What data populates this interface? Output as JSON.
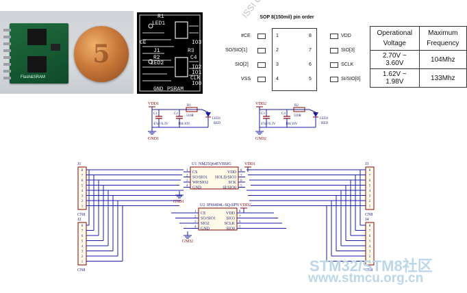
{
  "photo": {
    "coin_glyph": "5",
    "board_label": "Flash&SRAM"
  },
  "pcb": {
    "labels": [
      "R1",
      "LED1",
      "J1",
      "LED2",
      "R2",
      "R3",
      "C4",
      "GND",
      "PSRAM",
      "CLK",
      "IO0",
      "IO1",
      "IO2",
      "IO3",
      "CE"
    ]
  },
  "sop": {
    "title": "SOP 8(150mil) pin order",
    "left_pins": [
      {
        "name": "#CE",
        "num": "1"
      },
      {
        "name": "SO/SIO[1]",
        "num": "2"
      },
      {
        "name": "SIO[2]",
        "num": "3"
      },
      {
        "name": "VSS",
        "num": "4"
      }
    ],
    "right_pins": [
      {
        "name": "VDD",
        "num": "8"
      },
      {
        "name": "SIO[3]",
        "num": "7"
      },
      {
        "name": "SCLK",
        "num": "6"
      },
      {
        "name": "SI/SIO[0]",
        "num": "5"
      }
    ],
    "watermark": "ISSI Confidential for"
  },
  "spec_table": {
    "headers": [
      "Operational Voltage",
      "Maximum Frequency"
    ],
    "rows": [
      [
        "2.70V ~ 3.60V",
        "104Mhz"
      ],
      [
        "1.62V ~ 1.98V",
        "133Mhz"
      ]
    ]
  },
  "led_circuits": [
    {
      "vdd": "VDD1",
      "gnd": "GND1",
      "cap1": "C1",
      "cap1_val": "47uF/6.3V",
      "cap2": "C2",
      "cap2_val": "104/10V",
      "res": "R1",
      "res_val": "510R",
      "led": "LED1",
      "led_color": "RED"
    },
    {
      "vdd": "VDD2",
      "gnd": "GND2",
      "cap1": "C3",
      "cap1_val": "47uF/6.3V",
      "cap2": "C4",
      "cap2_val": "104/10V",
      "res": "R2",
      "res_val": "510R",
      "led": "LED2",
      "led_color": "RED"
    }
  ],
  "schematic": {
    "u1": {
      "ref": "U1",
      "part": "NM25Q64EVBSIG",
      "left": [
        "CS",
        "SO/SIO1",
        "WP/SIO2",
        "GND"
      ],
      "right": [
        "VDD",
        "HOLD/SIO3",
        "SCK",
        "SI/SIO0"
      ],
      "pins_left": [
        "1",
        "2",
        "3",
        "4"
      ],
      "pins_right": [
        "8",
        "7",
        "6",
        "5"
      ],
      "vdd": "VDD1",
      "gnd": "GND1"
    },
    "u2": {
      "ref": "U2",
      "part": "IPS6404L-SQ-SPN",
      "left": [
        "CE",
        "SO/SIO1",
        "SIO2",
        "GND"
      ],
      "right": [
        "VDD",
        "SIO3",
        "SCLK",
        "SIO0"
      ],
      "pins_left": [
        "1",
        "2",
        "3",
        "4"
      ],
      "pins_right": [
        "8",
        "7",
        "6",
        "5"
      ],
      "vdd": "VDD2",
      "gnd": "GND2"
    },
    "connectors": [
      {
        "ref": "J1",
        "type": "CN8"
      },
      {
        "ref": "J2",
        "type": "CN8"
      },
      {
        "ref": "J3",
        "type": "CN8"
      },
      {
        "ref": "J4",
        "type": "CN8"
      }
    ],
    "conn_pins": [
      "8",
      "7",
      "6",
      "5",
      "4",
      "3",
      "2",
      "1"
    ]
  },
  "watermark": {
    "line1": "STM32/STM8社区",
    "line2": "www.stmcu.org.cn"
  },
  "colors": {
    "wire": "#1a1aa8",
    "component": "#8b0000",
    "text": "#1a1a7a"
  }
}
